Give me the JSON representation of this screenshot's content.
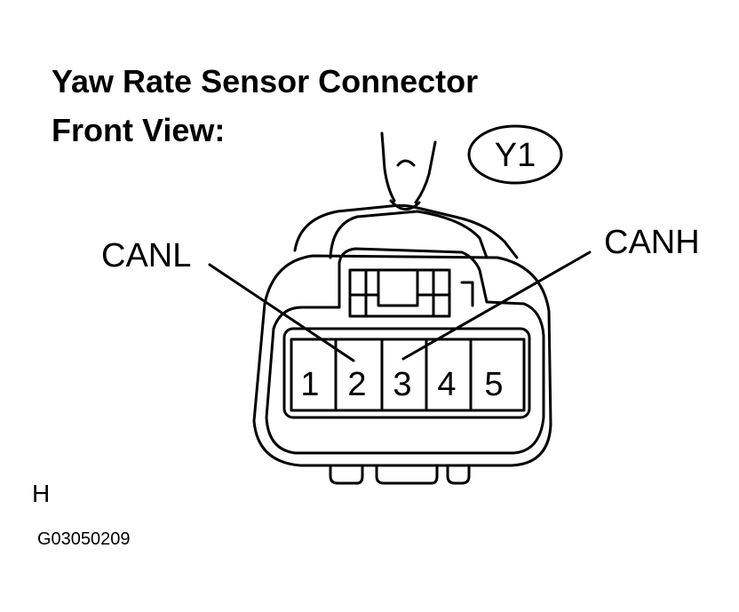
{
  "title_line1": "Yaw Rate Sensor Connector",
  "title_line2": "Front View:",
  "connector_id": "Y1",
  "labels": {
    "canl": "CANL",
    "canh": "CANH"
  },
  "pins": [
    "1",
    "2",
    "3",
    "4",
    "5"
  ],
  "corner_mark": "H",
  "figure_code": "G03050209"
}
